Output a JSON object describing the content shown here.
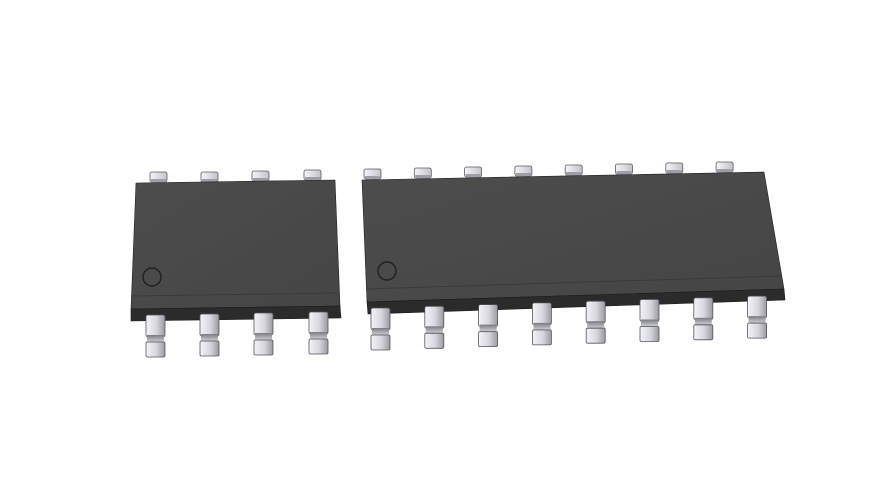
{
  "scene": {
    "background": "#ffffff",
    "body_color": "#4a4a4a",
    "body_side_color": "#2e2e2e",
    "body_edge_color": "#1c1c1c",
    "pin_light": "#f2f2f5",
    "pin_mid": "#c9c9d0",
    "pin_dark": "#8d8d96",
    "pin_outline": "#55555c"
  },
  "chips": [
    {
      "name": "soic-8-package",
      "pins_per_side": 4,
      "pin1_marker": "circle"
    },
    {
      "name": "soic-16-package",
      "pins_per_side": 8,
      "pin1_marker": "circle"
    }
  ]
}
